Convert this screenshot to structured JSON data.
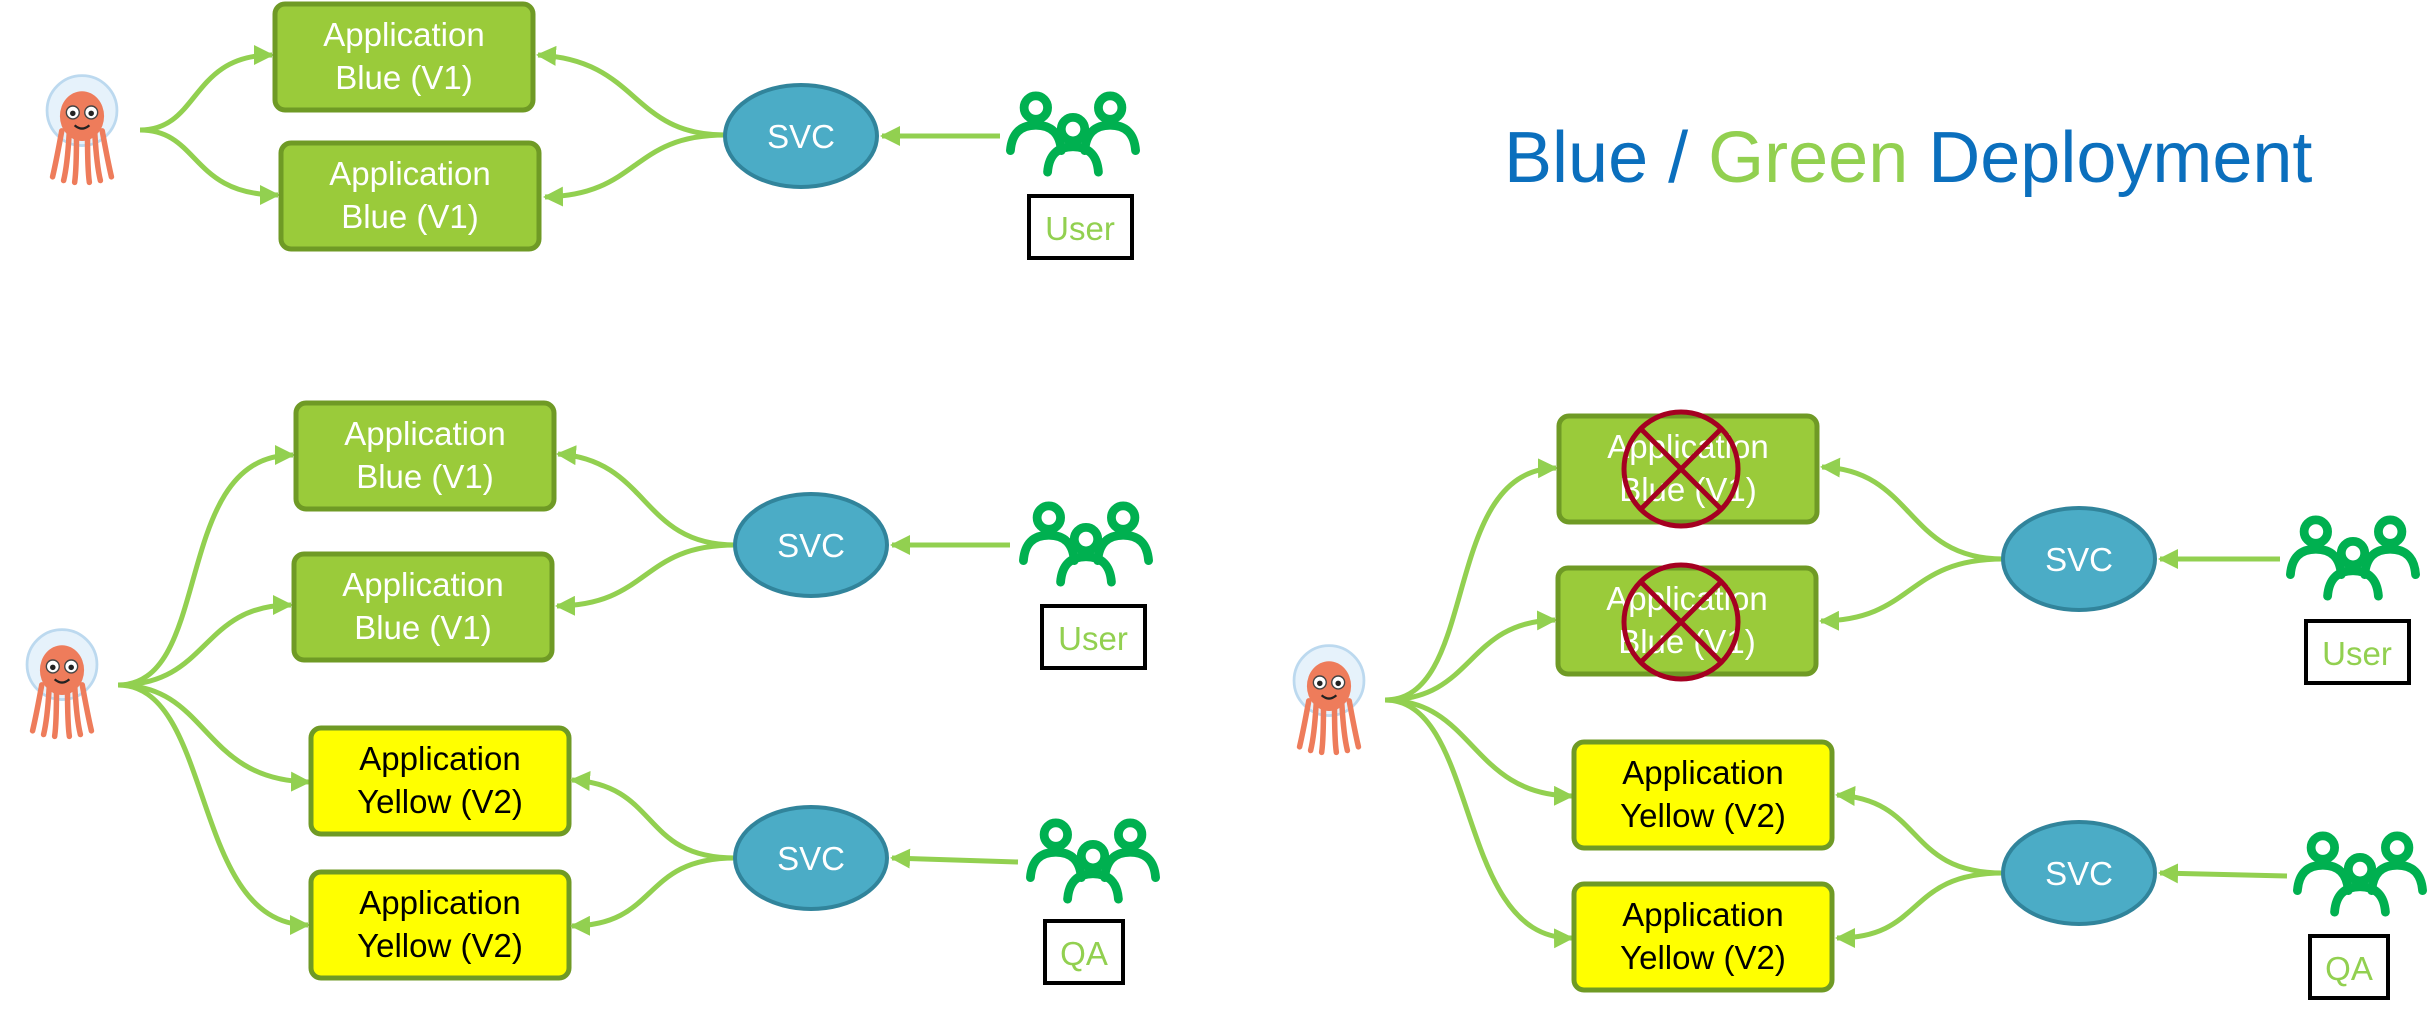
{
  "title": {
    "part1": "Blue",
    "sep": " / ",
    "part2": "Green",
    "part3": " Deployment"
  },
  "colors": {
    "blue_text": "#0b6fbd",
    "green_text": "#92d050",
    "green_box": "#9acb3a",
    "green_border": "#6f9a25",
    "yellow_box": "#ffff00",
    "svc_fill": "#4bacc6",
    "svc_border": "#31849b",
    "arrow": "#92d050",
    "people": "#00b050",
    "cross": "#a50021"
  },
  "icons": [
    "octopus-mascot-icon",
    "users-group-icon",
    "cross-circle-icon"
  ],
  "diagram1": {
    "app_top": {
      "line1": "Application",
      "line2": "Blue (V1)"
    },
    "app_bottom": {
      "line1": "Application",
      "line2": "Blue (V1)"
    },
    "svc": "SVC",
    "user_label": "User"
  },
  "diagram2": {
    "app1": {
      "line1": "Application",
      "line2": "Blue (V1)"
    },
    "app2": {
      "line1": "Application",
      "line2": "Blue (V1)"
    },
    "app3": {
      "line1": "Application",
      "line2": "Yellow (V2)"
    },
    "app4": {
      "line1": "Application",
      "line2": "Yellow (V2)"
    },
    "svc_top": "SVC",
    "svc_bottom": "SVC",
    "user_label": "User",
    "qa_label": "QA"
  },
  "diagram3": {
    "app1": {
      "line1": "Application",
      "line2": "Blue (V1)"
    },
    "app2": {
      "line1": "Application",
      "line2": "Blue (V1)"
    },
    "app3": {
      "line1": "Application",
      "line2": "Yellow (V2)"
    },
    "app4": {
      "line1": "Application",
      "line2": "Yellow (V2)"
    },
    "svc_top": "SVC",
    "svc_bottom": "SVC",
    "user_label": "User",
    "qa_label": "QA"
  }
}
